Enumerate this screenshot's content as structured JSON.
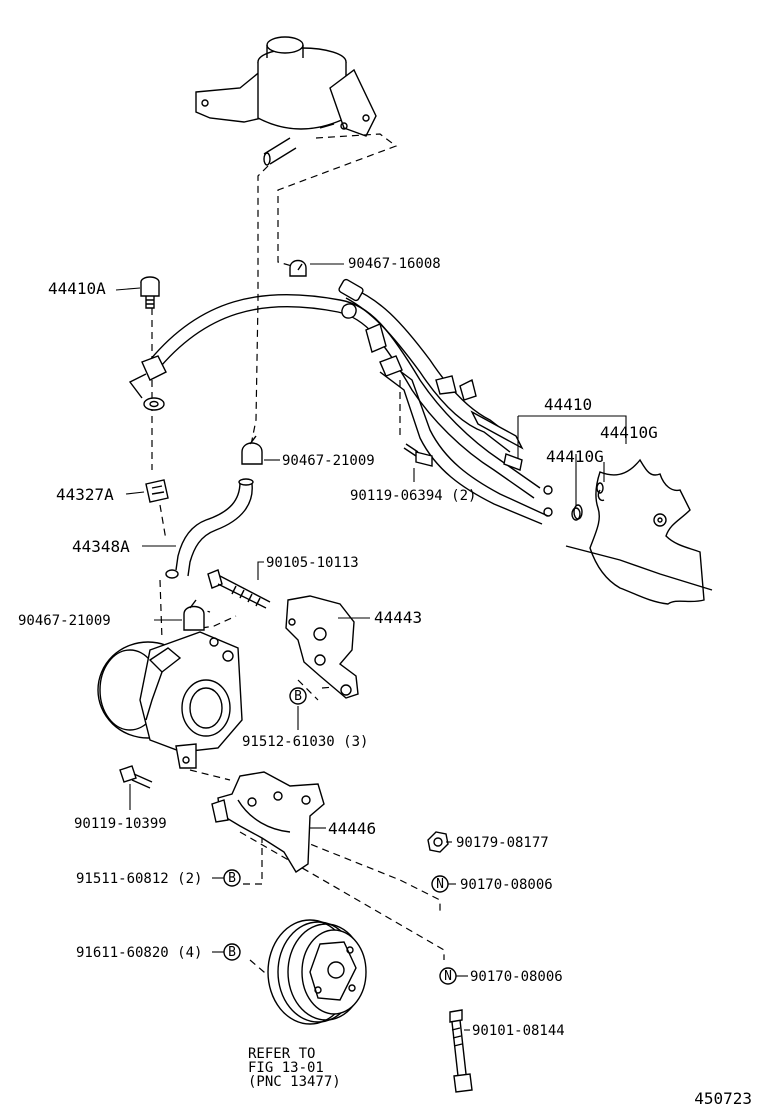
{
  "diagram": {
    "figure_code": "450723",
    "labels": {
      "p44410A": "44410A",
      "p90467_16008": "90467-16008",
      "p44410": "44410",
      "p44410G_a": "44410G",
      "p44410G_b": "44410G",
      "p90467_21009_top": "90467-21009",
      "p90119_06394": "90119-06394 (2)",
      "p44327A": "44327A",
      "p44348A": "44348A",
      "p90105_10113": "90105-10113",
      "p90467_21009_low": "90467-21009",
      "p44443": "44443",
      "p91512_61030": "91512-61030 (3)",
      "p90119_10399": "90119-10399",
      "p44446": "44446",
      "p90179_08177": "90179-08177",
      "p91511_60812": "91511-60812 (2)",
      "p90170_08006_a": "90170-08006",
      "p91611_60820": "91611-60820 (4)",
      "p90170_08006_b": "90170-08006",
      "p90101_08144": "90101-08144"
    },
    "markers": {
      "b": "B",
      "n": "N"
    },
    "refer_note": {
      "line1": "REFER TO",
      "line2": "FIG 13-01",
      "line3": "(PNC 13477)"
    }
  }
}
